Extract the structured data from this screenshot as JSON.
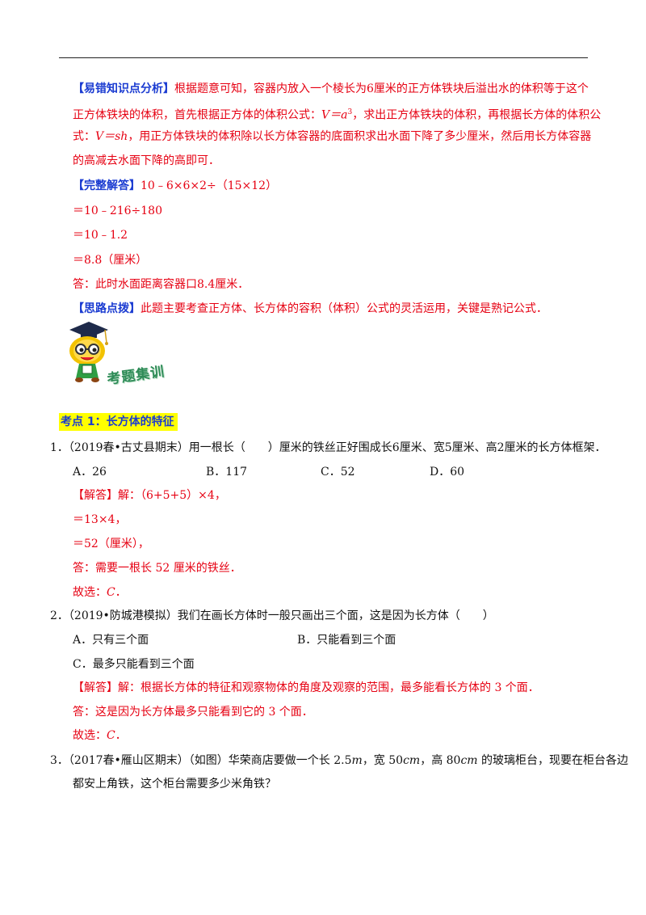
{
  "analysis": {
    "tag": "【易错知识点分析】",
    "line1": "根据题意可知，容器内放入一个棱长为6厘米的正方体铁块后溢出水的体积等于这个",
    "line2a": "正方体铁块的体积，首先根据正方体的体积公式：",
    "formula1": "V＝a",
    "formula1_sup": "3",
    "line2b": "，求出正方体铁块的体积，再根据长方体的体积公",
    "line3a": "式：",
    "formula2": "V＝sh",
    "line3b": "，用正方体铁块的体积除以长方体容器的底面积求出水面下降了多少厘米，然后用长方体容器",
    "line4": "的高减去水面下降的高即可．"
  },
  "solution": {
    "tag": "【完整解答】",
    "step0": "10﹣6×6×2÷（15×12）",
    "step1": "＝10﹣216÷180",
    "step2": "＝10﹣1.2",
    "step3": "＝8.8（厘米）",
    "answer": "答：此时水面距离容器口8.4厘米．"
  },
  "tip": {
    "tag": "【思路点拨】",
    "text": "此题主要考查正方体、长方体的容积（体积）公式的灵活运用，关键是熟记公式．"
  },
  "section_art": "考题集训",
  "kaodian": "考点 1：长方体的特征",
  "q1": {
    "num": "1．",
    "stem": "（2019春•古丈县期末）用一根长（　　）厘米的铁丝正好围成长6厘米、宽5厘米、高2厘米的长方体框架．",
    "options": [
      "A．26",
      "B．117",
      "C．52",
      "D．60"
    ],
    "ans_tag": "【解答】",
    "ans_line0": "解：（6+5+5）×4，",
    "ans_line1": "＝13×4，",
    "ans_line2": "＝52（厘米），",
    "ans_line3": "答：需要一根长 52 厘米的铁丝．",
    "choose": "故选：",
    "choice": "C",
    "choose_end": "．"
  },
  "q2": {
    "num": "2．",
    "stem": "（2019•防城港模拟）我们在画长方体时一般只画出三个面，这是因为长方体（　　）",
    "optA": "A．只有三个面",
    "optB": "B．只能看到三个面",
    "optC": "C．最多只能看到三个面",
    "ans_tag": "【解答】",
    "ans_line0": "解：根据长方体的特征和观察物体的角度及观察的范围，最多能看长方体的 3 个面．",
    "ans_line1": "答：这是因为长方体最多只能看到它的 3 个面．",
    "choose": "故选：",
    "choice": "C",
    "choose_end": "．"
  },
  "q3": {
    "num": "3．",
    "stem_a": "（2017春•雁山区期末）（如图）华荣商店要做一个长 2.5",
    "u1": "m",
    "stem_b": "，宽 50",
    "u2": "cm",
    "stem_c": "，高 80",
    "u3": "cm",
    "stem_d": " 的玻璃柜台，现要在柜台各边",
    "line2": "都安上角铁，这个柜台需要多少米角铁？"
  }
}
